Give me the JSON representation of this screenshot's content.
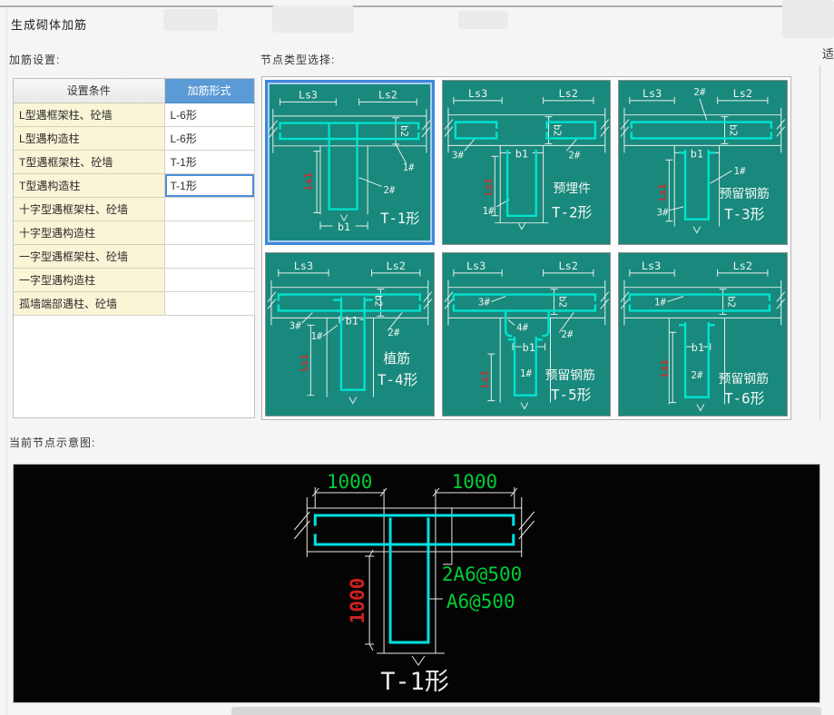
{
  "window": {
    "title": "生成砌体加筋"
  },
  "left_panel": {
    "label": "加筋设置:",
    "table": {
      "headers": [
        "设置条件",
        "加筋形式"
      ],
      "rows": [
        {
          "condition": "L型遇框架柱、砼墙",
          "form": "L-6形",
          "selected": false
        },
        {
          "condition": "L型遇构造柱",
          "form": "L-6形",
          "selected": false
        },
        {
          "condition": "T型遇框架柱、砼墙",
          "form": "T-1形",
          "selected": false
        },
        {
          "condition": "T型遇构造柱",
          "form": "T-1形",
          "selected": true
        },
        {
          "condition": "十字型遇框架柱、砼墙",
          "form": "",
          "selected": false
        },
        {
          "condition": "十字型遇构造柱",
          "form": "",
          "selected": false
        },
        {
          "condition": "一字型遇框架柱、砼墙",
          "form": "",
          "selected": false
        },
        {
          "condition": "一字型遇构造柱",
          "form": "",
          "selected": false
        },
        {
          "condition": "孤墙端部遇柱、砼墙",
          "form": "",
          "selected": false
        }
      ]
    }
  },
  "right_panel": {
    "label": "节点类型选择:",
    "dim_labels": {
      "ls1": "Ls1",
      "ls2": "Ls2",
      "ls3": "Ls3",
      "b1": "b1",
      "b2": "b2"
    },
    "part_labels": {
      "p1": "1#",
      "p2": "2#",
      "p3": "3#",
      "p4": "4#"
    },
    "tiles": [
      {
        "name": "T-1形",
        "note": "",
        "selected": true
      },
      {
        "name": "T-2形",
        "note": "预埋件",
        "selected": false
      },
      {
        "name": "T-3形",
        "note": "预留钢筋",
        "selected": false
      },
      {
        "name": "T-4形",
        "note": "植筋",
        "selected": false
      },
      {
        "name": "T-5形",
        "note": "预留钢筋",
        "selected": false
      },
      {
        "name": "T-6形",
        "note": "预留钢筋",
        "selected": false
      }
    ]
  },
  "right_edge": {
    "partial_label": "适"
  },
  "preview": {
    "label": "当前节点示意图:",
    "dim_left": "1000",
    "dim_right": "1000",
    "dim_stem": "1000",
    "wall_rebar": "2A6@500",
    "stem_rebar": "A6@500",
    "caption": "T-1形"
  },
  "colors": {
    "header_blue": "#5b9bd5",
    "selection_blue": "#3f87d9",
    "tile_teal": "#18897c",
    "rebar_cyan": "#00e3cf",
    "dim_green": "#00cd35",
    "dim_red": "#cf2020"
  }
}
